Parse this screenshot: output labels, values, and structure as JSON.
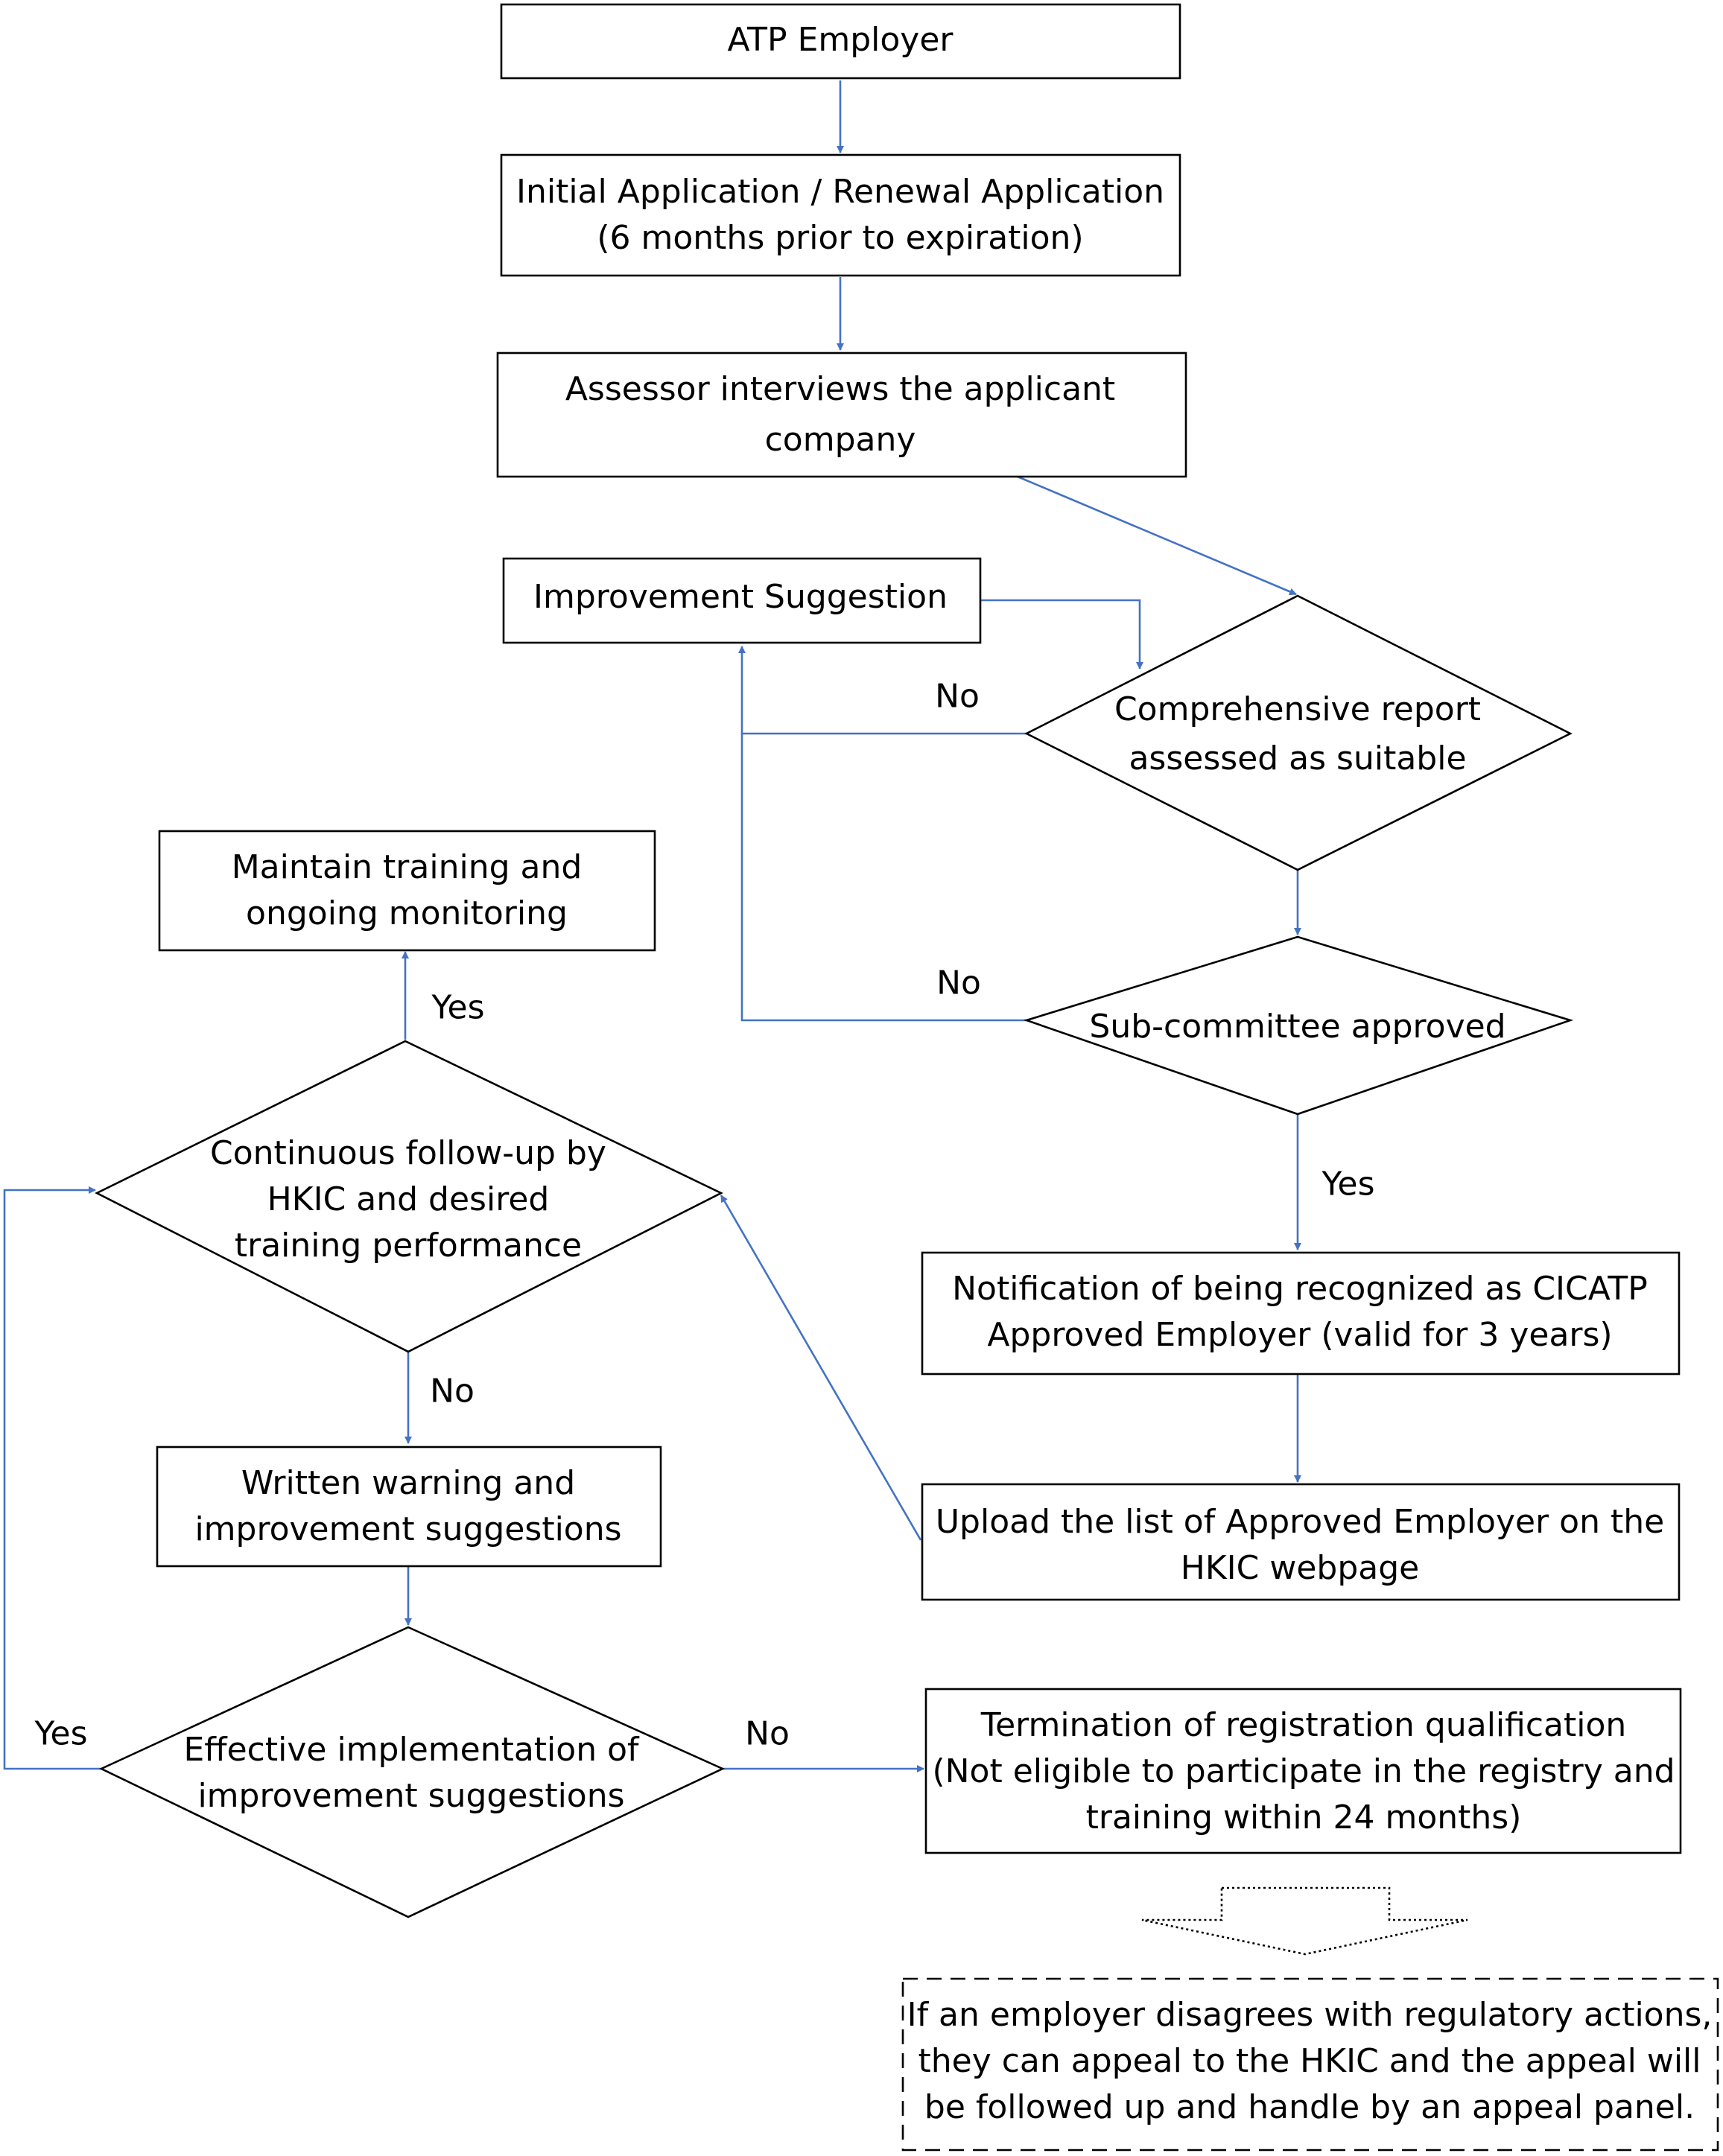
{
  "nodes": {
    "atp_employer": [
      "ATP Employer"
    ],
    "application": [
      "Initial Application / Renewal Application",
      "(6 months prior to expiration)"
    ],
    "assessor": [
      "Assessor interviews the applicant",
      "company"
    ],
    "improvement": [
      "Improvement Suggestion"
    ],
    "comprehensive": [
      "Comprehensive report",
      "assessed as suitable"
    ],
    "subcommittee": [
      "Sub-committee approved"
    ],
    "notification": [
      "Notification of being recognized as CICATP",
      "Approved Employer (valid for 3 years)"
    ],
    "upload": [
      "Upload the list of Approved Employer on the",
      "HKIC webpage"
    ],
    "maintain": [
      "Maintain training and",
      "ongoing monitoring"
    ],
    "continuous": [
      "Continuous follow-up by",
      "HKIC and desired",
      "training performance"
    ],
    "warning": [
      "Written warning and",
      "improvement suggestions"
    ],
    "effective": [
      "Effective implementation of",
      "improvement suggestions"
    ],
    "termination": [
      "Termination of registration qualification",
      "(Not eligible to participate in the registry and",
      "training within 24 months)"
    ],
    "appeal": [
      "If an employer disagrees with regulatory actions,",
      "they can appeal to the HKIC and the appeal will",
      "be followed up and handle by an appeal panel."
    ]
  },
  "edge_labels": {
    "no_comprehensive": "No",
    "no_subcommittee": "No",
    "yes_subcommittee": "Yes",
    "yes_continuous": "Yes",
    "no_continuous": "No",
    "yes_effective": "Yes",
    "no_effective": "No"
  },
  "colors": {
    "arrow": "#4472C4",
    "shape_stroke": "#000000",
    "text": "#000000"
  }
}
